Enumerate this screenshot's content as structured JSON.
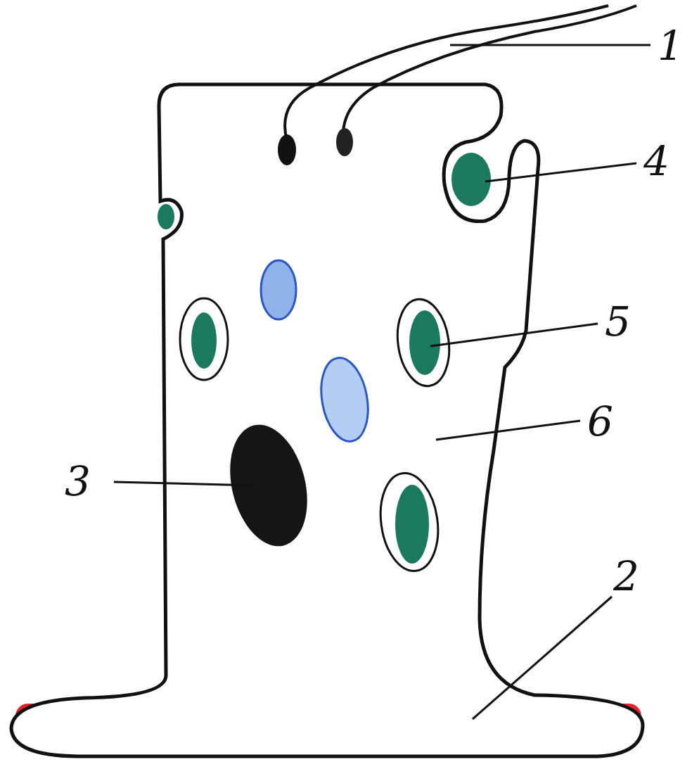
{
  "diagram": {
    "labels": [
      "1",
      "4",
      "5",
      "6",
      "3",
      "2"
    ]
  }
}
